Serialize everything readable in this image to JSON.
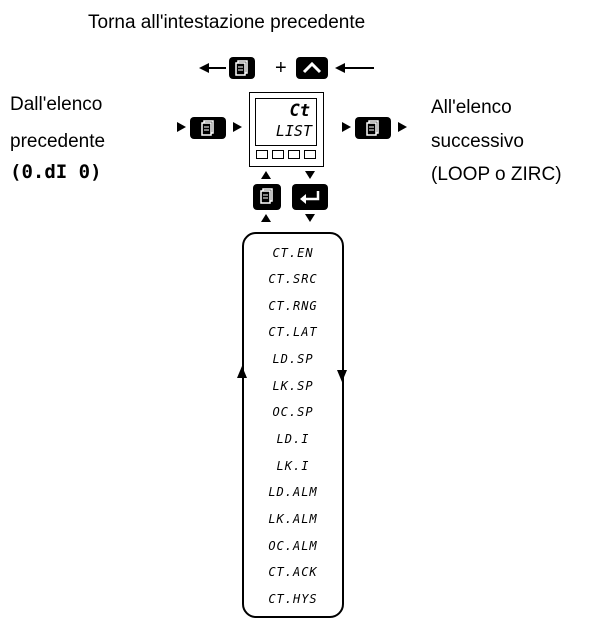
{
  "header": {
    "title": "Torna all'intestazione precedente"
  },
  "left": {
    "line1": "Dall'elenco",
    "line2": "precedente",
    "line3": "(0.dI 0)"
  },
  "right": {
    "line1": "All'elenco",
    "line2": "successivo",
    "line3": "(LOOP o ZIRC)"
  },
  "plus": "+",
  "display": {
    "code": "Ct",
    "name": "LIST"
  },
  "params": [
    "CT.EN",
    "CT.SRC",
    "CT.RNG",
    "CT.LAT",
    "LD.SP",
    "LK.SP",
    "OC.SP",
    "LD.I",
    "LK.I",
    "LD.ALM",
    "LK.ALM",
    "OC.ALM",
    "CT.ACK",
    "CT.HYS"
  ],
  "icons": {
    "page_key": "page-icon",
    "up_key": "raise-icon",
    "enter_key": "enter-icon"
  }
}
